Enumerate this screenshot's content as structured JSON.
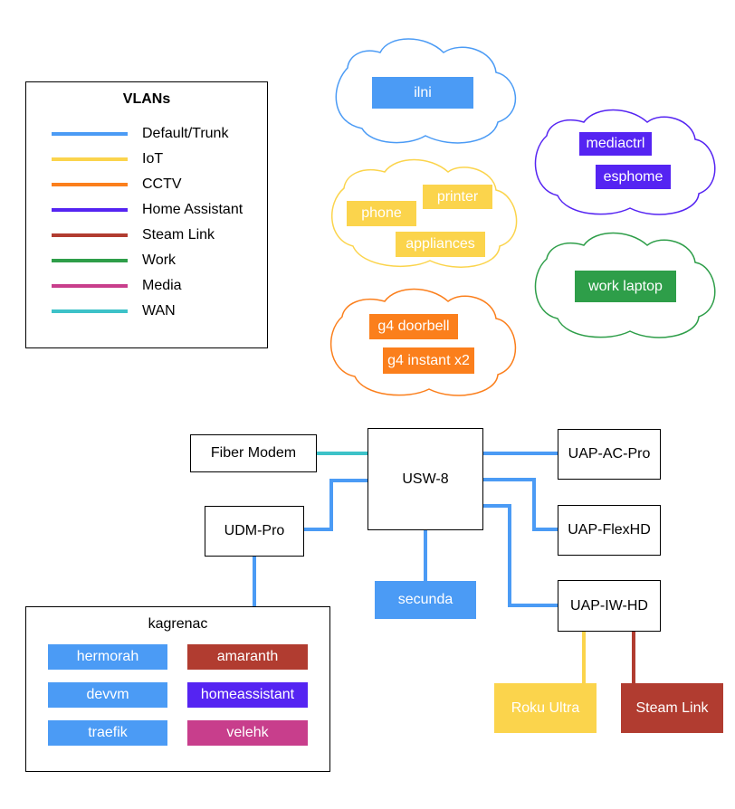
{
  "colors": {
    "default_trunk": "#4b9bf5",
    "iot": "#fbd44c",
    "cctv": "#fb7f1c",
    "home_assistant": "#5524f2",
    "steam_link": "#b13c30",
    "work": "#2e9e49",
    "media": "#c83e8c",
    "wan": "#3dc2c8"
  },
  "legend": {
    "title": "VLANs",
    "items": [
      {
        "label": "Default/Trunk",
        "color": "#4b9bf5"
      },
      {
        "label": "IoT",
        "color": "#fbd44c"
      },
      {
        "label": "CCTV",
        "color": "#fb7f1c"
      },
      {
        "label": "Home Assistant",
        "color": "#5524f2"
      },
      {
        "label": "Steam Link",
        "color": "#b13c30"
      },
      {
        "label": "Work",
        "color": "#2e9e49"
      },
      {
        "label": "Media",
        "color": "#c83e8c"
      },
      {
        "label": "WAN",
        "color": "#3dc2c8"
      }
    ]
  },
  "clouds": {
    "default": {
      "devices": [
        "ilni"
      ]
    },
    "iot": {
      "devices": [
        "printer",
        "phone",
        "appliances"
      ]
    },
    "cctv": {
      "devices": [
        "g4 doorbell",
        "g4 instant x2"
      ]
    },
    "home_assistant": {
      "devices": [
        "mediactrl",
        "esphome"
      ]
    },
    "work": {
      "devices": [
        "work laptop"
      ]
    }
  },
  "nodes": {
    "fiber_modem": "Fiber Modem",
    "usw8": "USW-8",
    "udm_pro": "UDM-Pro",
    "uap_ac_pro": "UAP-AC-Pro",
    "uap_flexhd": "UAP-FlexHD",
    "uap_iw_hd": "UAP-IW-HD",
    "secunda": "secunda",
    "roku_ultra": "Roku Ultra",
    "steam_link": "Steam Link"
  },
  "kagrenac": {
    "title": "kagrenac",
    "vms": [
      "hermorah",
      "amaranth",
      "devvm",
      "homeassistant",
      "traefik",
      "velehk"
    ]
  }
}
